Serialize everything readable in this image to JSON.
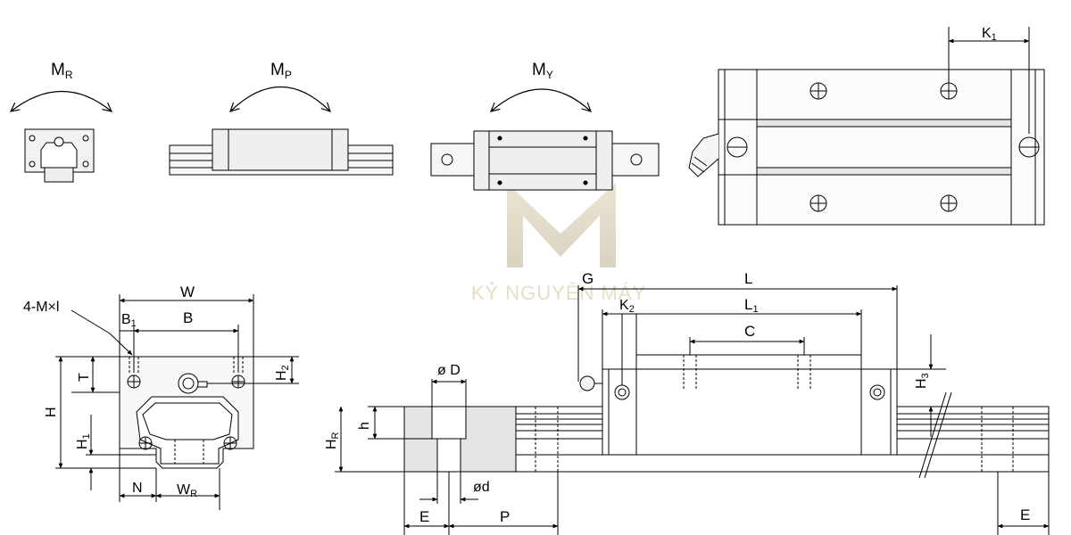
{
  "moments": {
    "roll": {
      "main": "M",
      "sub": "R"
    },
    "pitch": {
      "main": "M",
      "sub": "P"
    },
    "yaw": {
      "main": "M",
      "sub": "Y"
    }
  },
  "top_view": {
    "k1": {
      "main": "K",
      "sub": "1"
    }
  },
  "front_view": {
    "w": "W",
    "b": "B",
    "b1": {
      "main": "B",
      "sub": "1"
    },
    "tap": "4-M×l",
    "t": "T",
    "h": "H",
    "h1": {
      "main": "H",
      "sub": "1"
    },
    "h2": {
      "main": "H",
      "sub": "2"
    },
    "n": "N",
    "wr": {
      "main": "W",
      "sub": "R"
    }
  },
  "side_view": {
    "g": "G",
    "l": "L",
    "l1": {
      "main": "L",
      "sub": "1"
    },
    "k2": {
      "main": "K",
      "sub": "2"
    },
    "c": "C",
    "h3": {
      "main": "H",
      "sub": "3"
    },
    "dd": "ø D",
    "d_small": "ød",
    "h_small": "h",
    "hr": {
      "main": "H",
      "sub": "R"
    },
    "e_left": "E",
    "p": "P",
    "e_right": "E"
  },
  "watermark": {
    "text": "KỶ NGUYÊN MÁY"
  }
}
